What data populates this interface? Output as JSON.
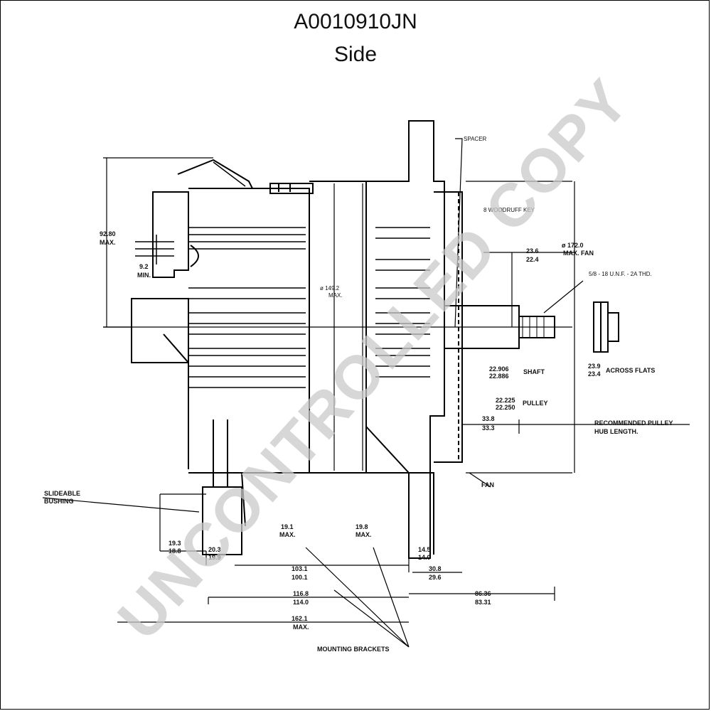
{
  "title": {
    "part_number": "A0010910JN",
    "view": "Side"
  },
  "watermark": "UNCONTROLLED COPY",
  "labels": {
    "spacer": "SPACER",
    "woodruff_key": "8 WOODRUFF KEY",
    "height_max_value": "92.80",
    "height_max_suffix": "MAX.",
    "small_dim_value": "9.2",
    "small_dim_suffix": "MIN.",
    "body_dia": "ø 149.2",
    "body_dia_suffix": "MAX.",
    "fan_dia": "ø 172.0",
    "fan_dia_suffix": "MAX. FAN",
    "dim_236_top": "23.6",
    "dim_236_bot": "22.4",
    "thread": "5/8 - 18 U.N.F. - 2A THD.",
    "shaft_top": "22.906",
    "shaft_bot": "22.886",
    "shaft_label": "SHAFT",
    "pulley_top": "22.225",
    "pulley_bot": "22.250",
    "pulley_label": "PULLEY",
    "flats_top": "23.9",
    "flats_bot": "23.4",
    "flats_label": "ACROSS FLATS",
    "hub_top": "33.8",
    "hub_bot": "33.3",
    "hub_label_1": "RECOMMENDED PULLEY",
    "hub_label_2": "HUB LENGTH.",
    "fan": "FAN",
    "bushing_1": "SLIDEABLE",
    "bushing_2": "BUSHING",
    "bush_dia_top": "19.3",
    "bush_dia_bot": "18.8",
    "bush_len_top": "20.3",
    "bush_len_bot": "19.9",
    "b1_top": "19.1",
    "b1_bot": "MAX.",
    "b2_top": "19.8",
    "b2_bot": "MAX.",
    "d145_top": "14.5",
    "d145_bot": "14.0",
    "d1031_top": "103.1",
    "d1031_bot": "100.1",
    "d308_top": "30.8",
    "d308_bot": "29.6",
    "d1168_top": "116.8",
    "d1168_bot": "114.0",
    "d8634_top": "86.36",
    "d8634_bot": "83.31",
    "d1621_top": "162.1",
    "d1621_bot": "MAX.",
    "mounting": "MOUNTING BRACKETS"
  }
}
